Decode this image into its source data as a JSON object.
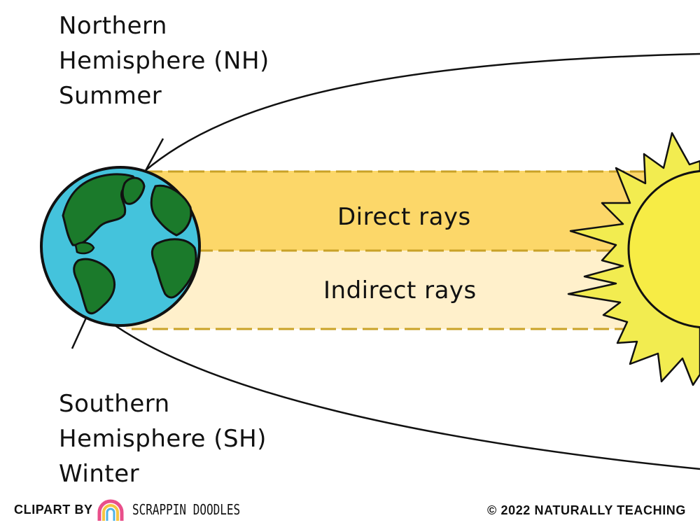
{
  "labels": {
    "nh_line1": "Northern",
    "nh_line2": "Hemisphere (NH)",
    "nh_line3": "Summer",
    "sh_line1": "Southern",
    "sh_line2": "Hemisphere (SH)",
    "sh_line3": "Winter",
    "direct_rays": "Direct rays",
    "indirect_rays": "Indirect rays"
  },
  "footer": {
    "clipart_prefix": "CLIPART BY",
    "clipart_brand": "SCRAPPIN DOODLES",
    "copyright": "© 2022 NATURALLY TEACHING"
  },
  "colors": {
    "direct_band": "#fcd769",
    "indirect_band": "#fff0cb",
    "dash_line": "#c9a227",
    "ocean": "#44c3dc",
    "land": "#1b7a2b",
    "sun_core": "#f7ec45",
    "sun_rays": "#f2ec50",
    "outline": "#111111"
  },
  "icons": {
    "earth": "earth-globe-icon",
    "sun": "sun-icon",
    "logo": "rainbow-logo-icon"
  }
}
